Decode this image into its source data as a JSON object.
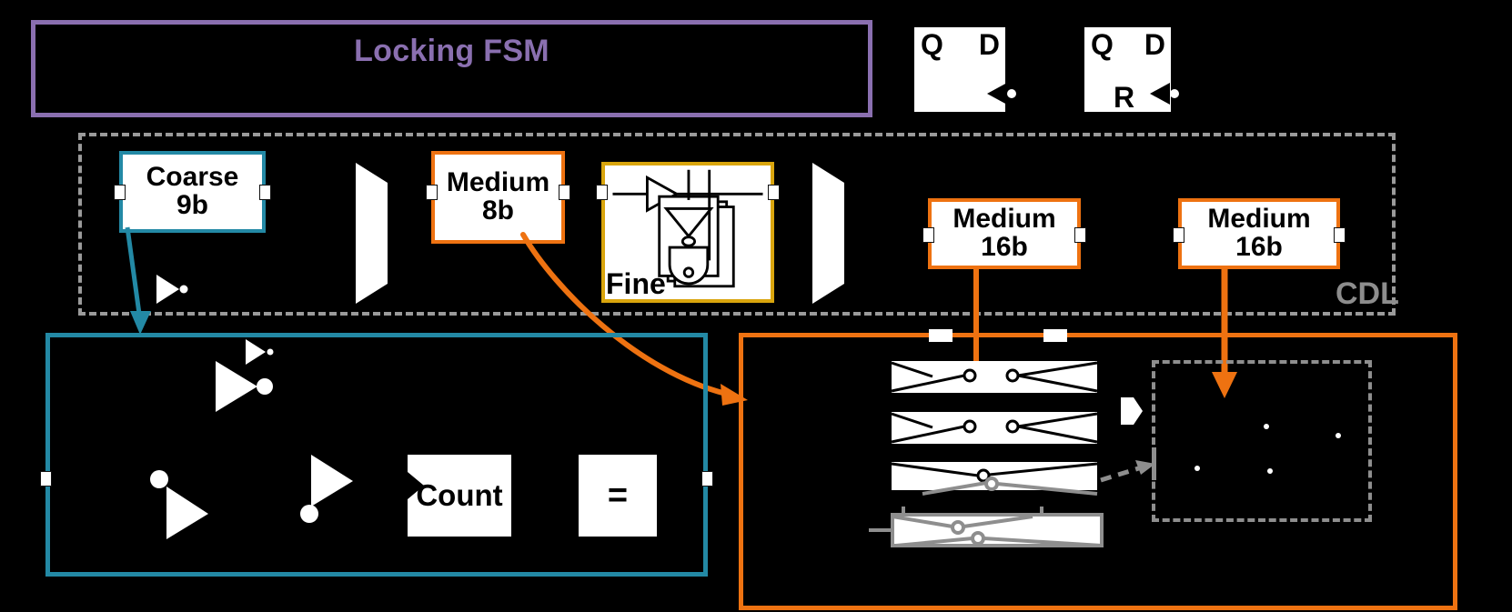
{
  "diagram": {
    "title_block": {
      "label": "Locking FSM",
      "color": "#8a6fb0"
    },
    "cdl_region": {
      "label": "CDL",
      "color": "#8d8d8d"
    },
    "flipflops": [
      {
        "name": "dff-1",
        "q": "Q",
        "d": "D",
        "r": "",
        "clock_glyph": "clk-triangle"
      },
      {
        "name": "dff-2",
        "q": "Q",
        "d": "D",
        "r": "R",
        "clock_glyph": "clk-triangle"
      }
    ],
    "delay_line_blocks": [
      {
        "name": "coarse",
        "line1": "Coarse",
        "line2": "9b",
        "color": "#2389a5"
      },
      {
        "name": "medium8",
        "line1": "Medium",
        "line2": "8b",
        "color": "#ee7211"
      },
      {
        "name": "fine",
        "line1": "Fine",
        "line2": "",
        "color": "#d9a50d"
      },
      {
        "name": "medium16a",
        "line1": "Medium",
        "line2": "16b",
        "color": "#ee7211"
      },
      {
        "name": "medium16b",
        "line1": "Medium",
        "line2": "16b",
        "color": "#ee7211"
      }
    ],
    "counter_region": {
      "border_color": "#2389a5",
      "count_label": "Count",
      "compare_label": "="
    },
    "switch_region": {
      "border_color": "#ee7211"
    },
    "arrows": [
      {
        "name": "coarse-to-counter",
        "color": "#2389a5"
      },
      {
        "name": "medium8-to-switch",
        "color": "#ee7211"
      },
      {
        "name": "medium16b-to-array",
        "color": "#ee7211"
      },
      {
        "name": "switch-to-array",
        "color": "#8e8e8e"
      }
    ]
  }
}
